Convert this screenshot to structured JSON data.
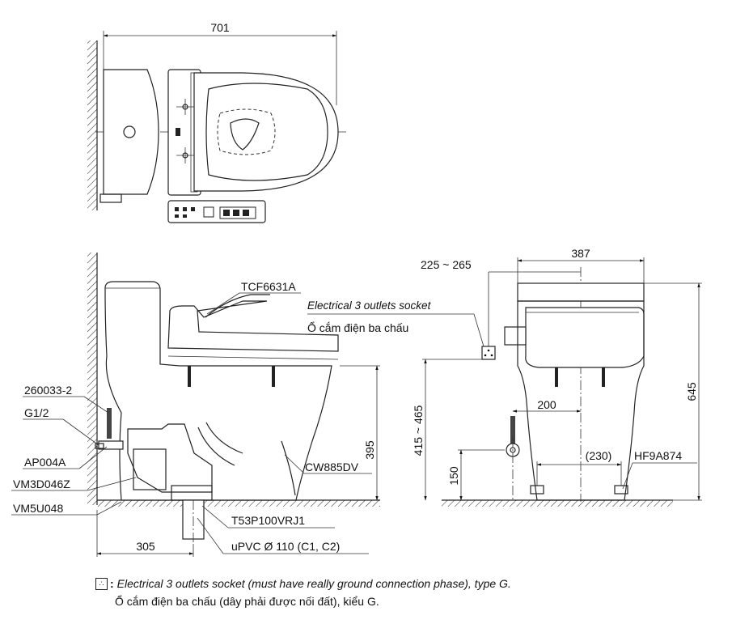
{
  "top_view": {
    "width_dim": "701"
  },
  "side_view": {
    "seat_model": "TCF6631A",
    "bowl_model": "CW885DV",
    "height_dim": "395",
    "offset_dim": "305",
    "valve_model": "260033-2",
    "thread_size": "G1/2",
    "angle_valve_model": "AP004A",
    "flush_valve_model": "VM3D046Z",
    "base_model": "VM5U048",
    "drain_model": "T53P100VRJ1",
    "pipe_label": "uPVC Ø 110 (C1, C2)"
  },
  "front_view": {
    "socket_offset_dim": "225 ~ 265",
    "width_dim": "387",
    "socket_label_en": "Electrical 3 outlets socket",
    "socket_label_vi": "Ổ cắm điện ba chấu",
    "total_height_dim": "645",
    "socket_height_dim": "415 ~ 465",
    "inlet_offset_dim": "200",
    "inlet_height_dim": "150",
    "bolt_spacing_dim": "(230)",
    "bolt_model": "HF9A874"
  },
  "legend": {
    "icon": "socket-icon",
    "line1": "Electrical 3 outlets socket (must have really ground connection phase), type G.",
    "line2": "Ổ cắm điện ba chấu (dây phải được nối đất), kiểu G."
  }
}
